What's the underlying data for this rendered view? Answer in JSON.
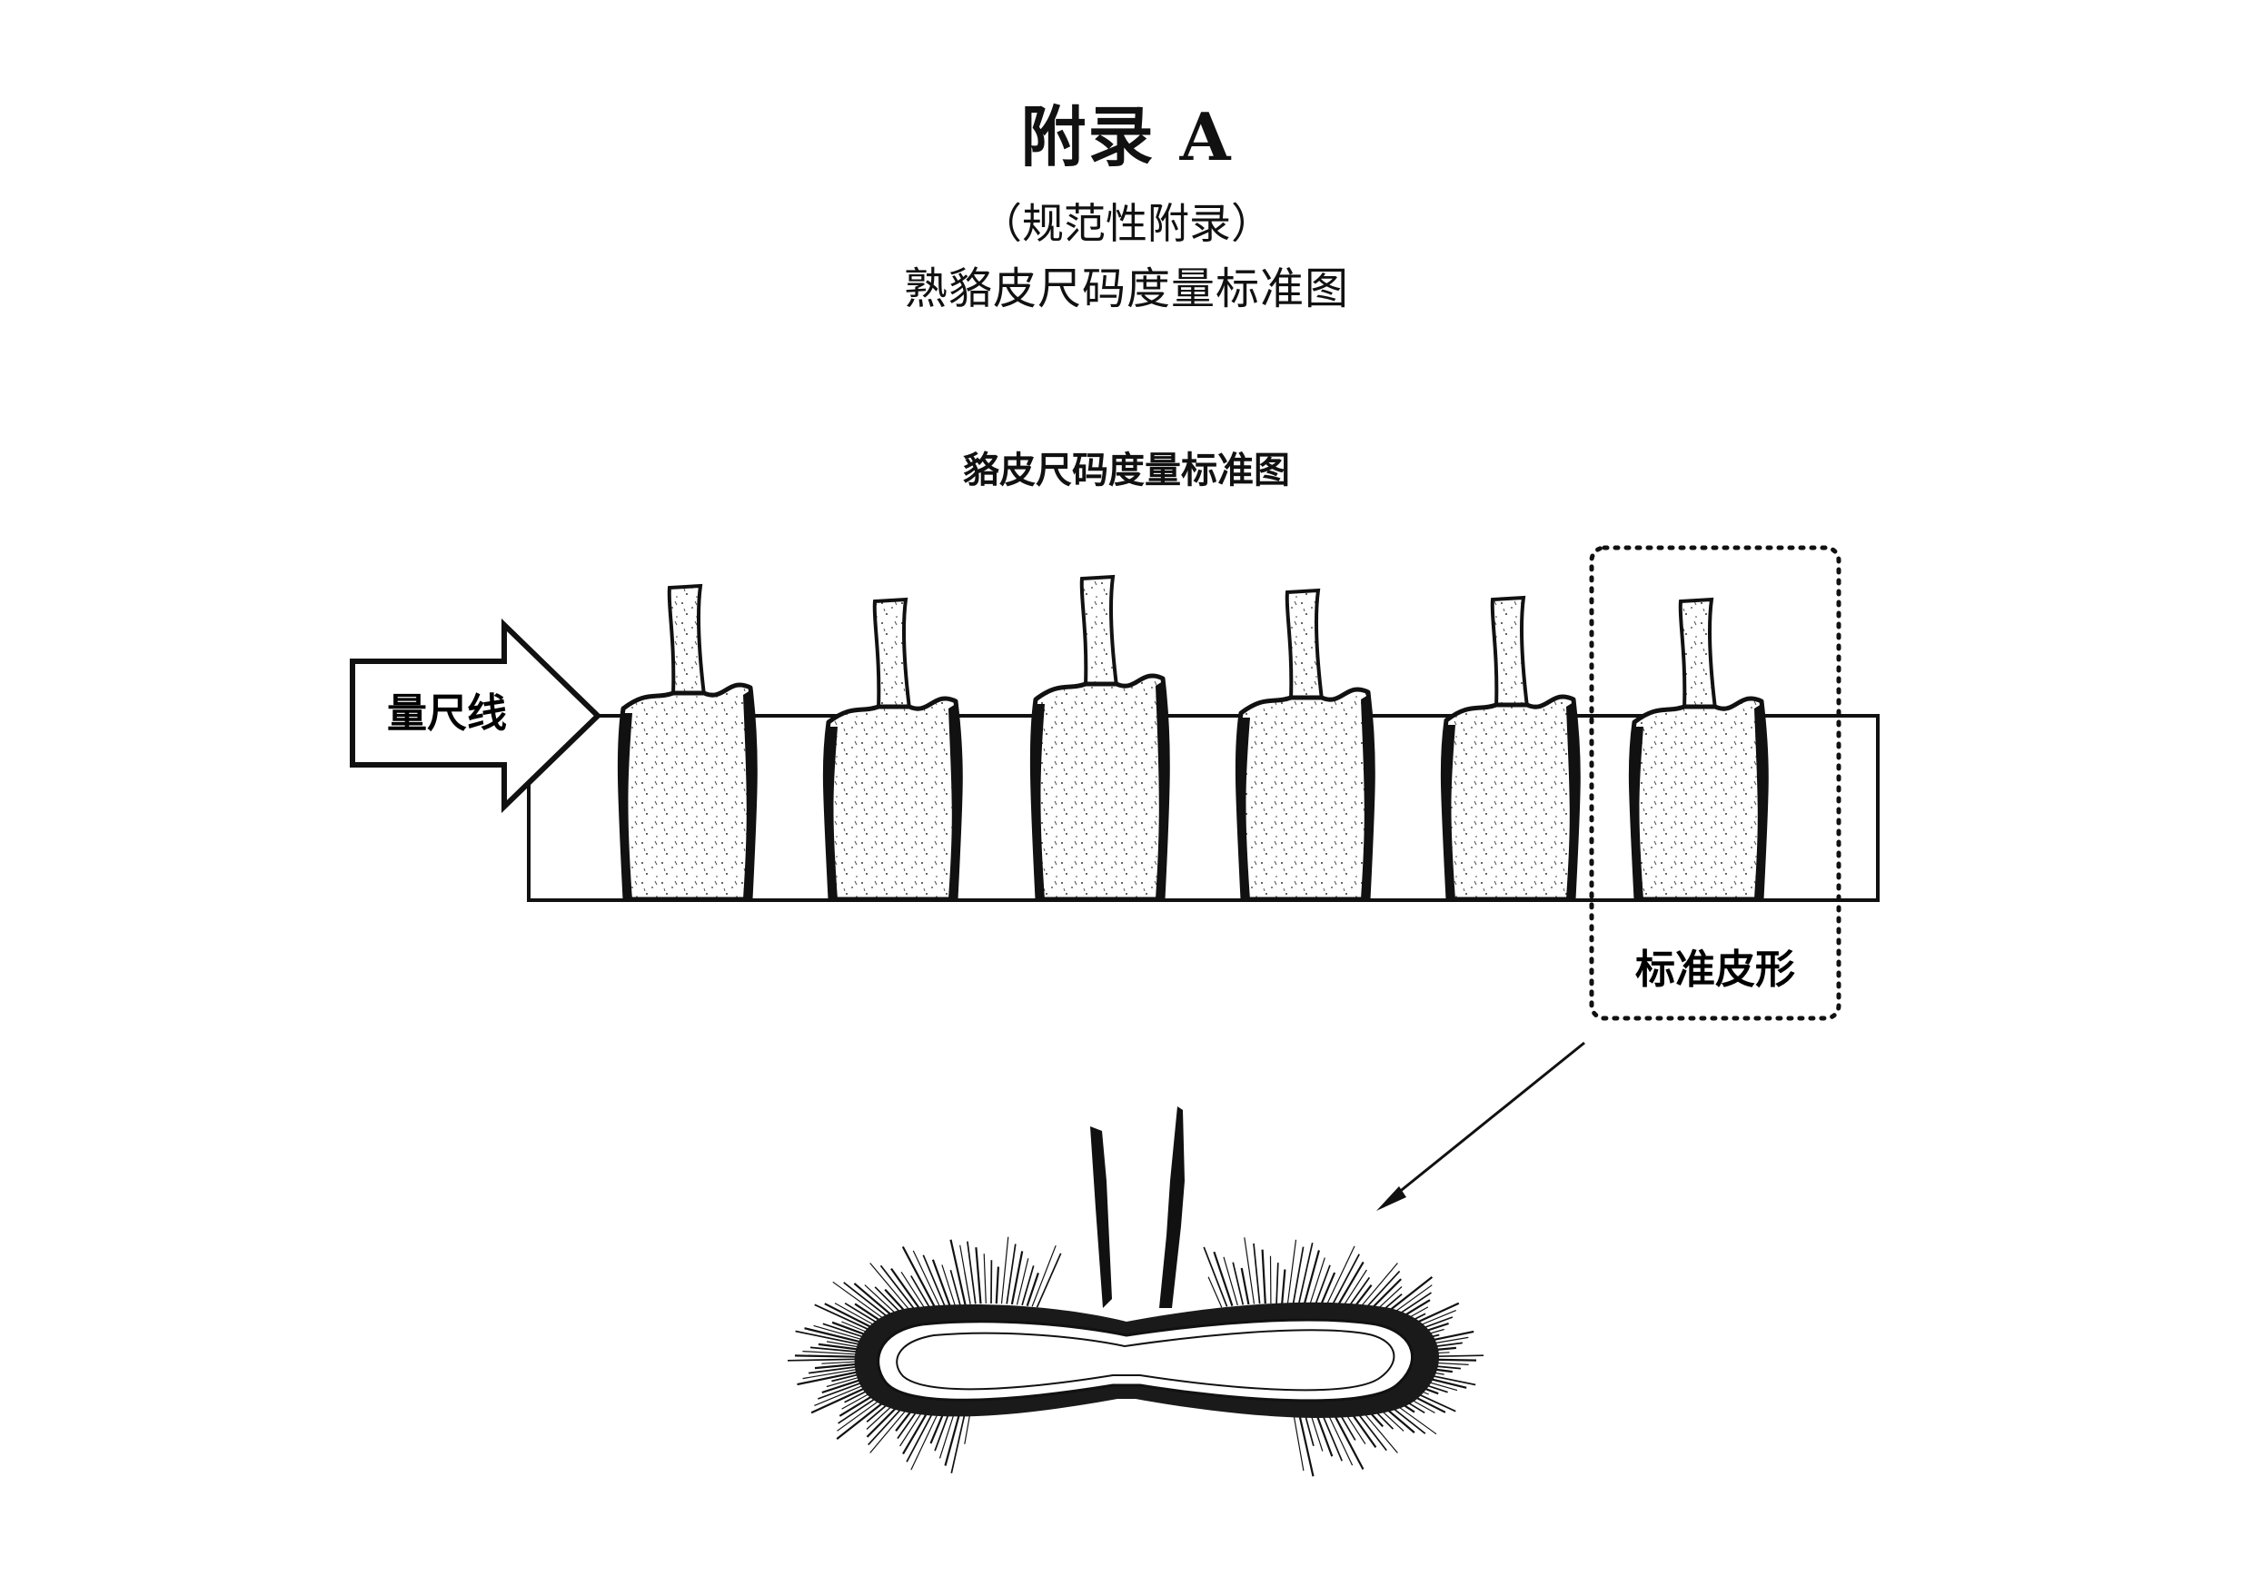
{
  "header": {
    "title": "附录 A",
    "subtitle": "（规范性附录）",
    "heading": "熟貉皮尺码度量标准图"
  },
  "figure": {
    "title": "貉皮尺码度量标准图",
    "arrow_label": "量尺线",
    "box_label": "标准皮形",
    "pelt_count": 6
  }
}
